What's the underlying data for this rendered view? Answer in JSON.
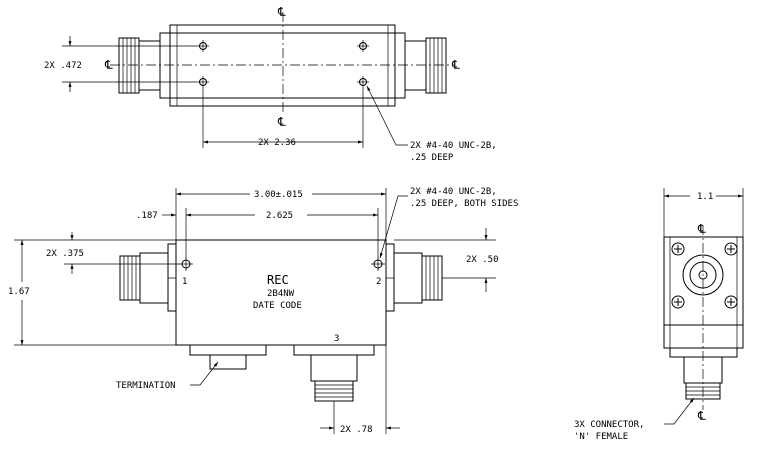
{
  "top_view": {
    "centerline_symbol": "℄",
    "dim_pitch_vertical": "2X .472",
    "dim_hole_spacing": "2X 2.36",
    "note_holes": [
      "2X #4-40 UNC-2B,",
      ".25 DEEP"
    ]
  },
  "front_view": {
    "dim_length": "3.00±.015",
    "dim_hole_spacing": "2.625",
    "dim_edge_offset": ".187",
    "note_holes": [
      "2X #4-40 UNC-2B,",
      ".25 DEEP, BOTH SIDES"
    ],
    "dim_hole_height": "2X .375",
    "dim_height": "1.67",
    "dim_connector_height": "2X .50",
    "dim_port3_offset": "2X .78",
    "label_model": "REC",
    "label_part": "2B4NW",
    "label_date": "DATE CODE",
    "port_1": "1",
    "port_2": "2",
    "port_3": "3",
    "termination_label": "TERMINATION"
  },
  "side_view": {
    "dim_width": "1.1",
    "centerline_symbol": "℄",
    "connector_note": [
      "3X CONNECTOR,",
      "'N' FEMALE"
    ]
  }
}
